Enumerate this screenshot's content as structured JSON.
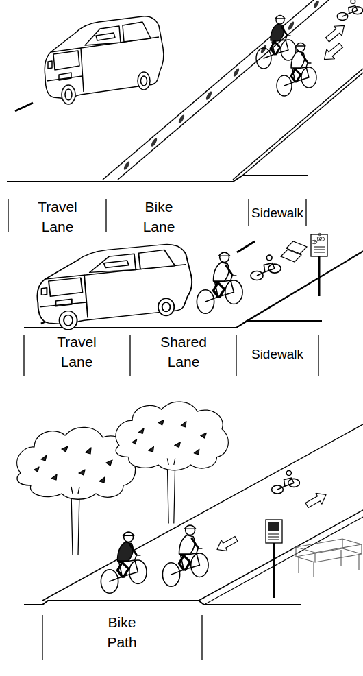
{
  "diagram": {
    "labels": [
      "Travel Lane",
      "Bike Lane",
      "Sidewalk",
      "Travel Lane",
      "Shared Lane",
      "Sidewalk",
      "Bike Path"
    ]
  }
}
